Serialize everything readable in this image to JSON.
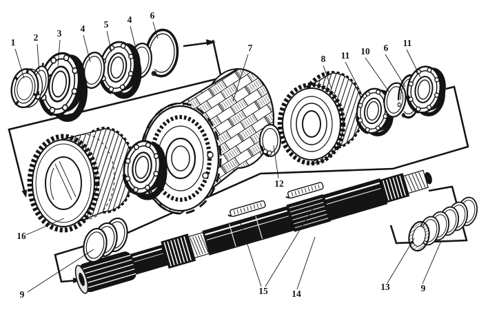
{
  "diagram": {
    "colors": {
      "ink": "#141414",
      "paper": "#ffffff"
    },
    "callouts": [
      {
        "label": "1"
      },
      {
        "label": "2"
      },
      {
        "label": "3"
      },
      {
        "label": "4"
      },
      {
        "label": "5"
      },
      {
        "label": "4"
      },
      {
        "label": "6"
      },
      {
        "label": "7"
      },
      {
        "label": "8"
      },
      {
        "label": "11"
      },
      {
        "label": "10"
      },
      {
        "label": "6"
      },
      {
        "label": "11"
      },
      {
        "label": "12"
      },
      {
        "label": "16"
      },
      {
        "label": "9"
      },
      {
        "label": "15"
      },
      {
        "label": "14"
      },
      {
        "label": "13"
      },
      {
        "label": "9"
      }
    ]
  }
}
